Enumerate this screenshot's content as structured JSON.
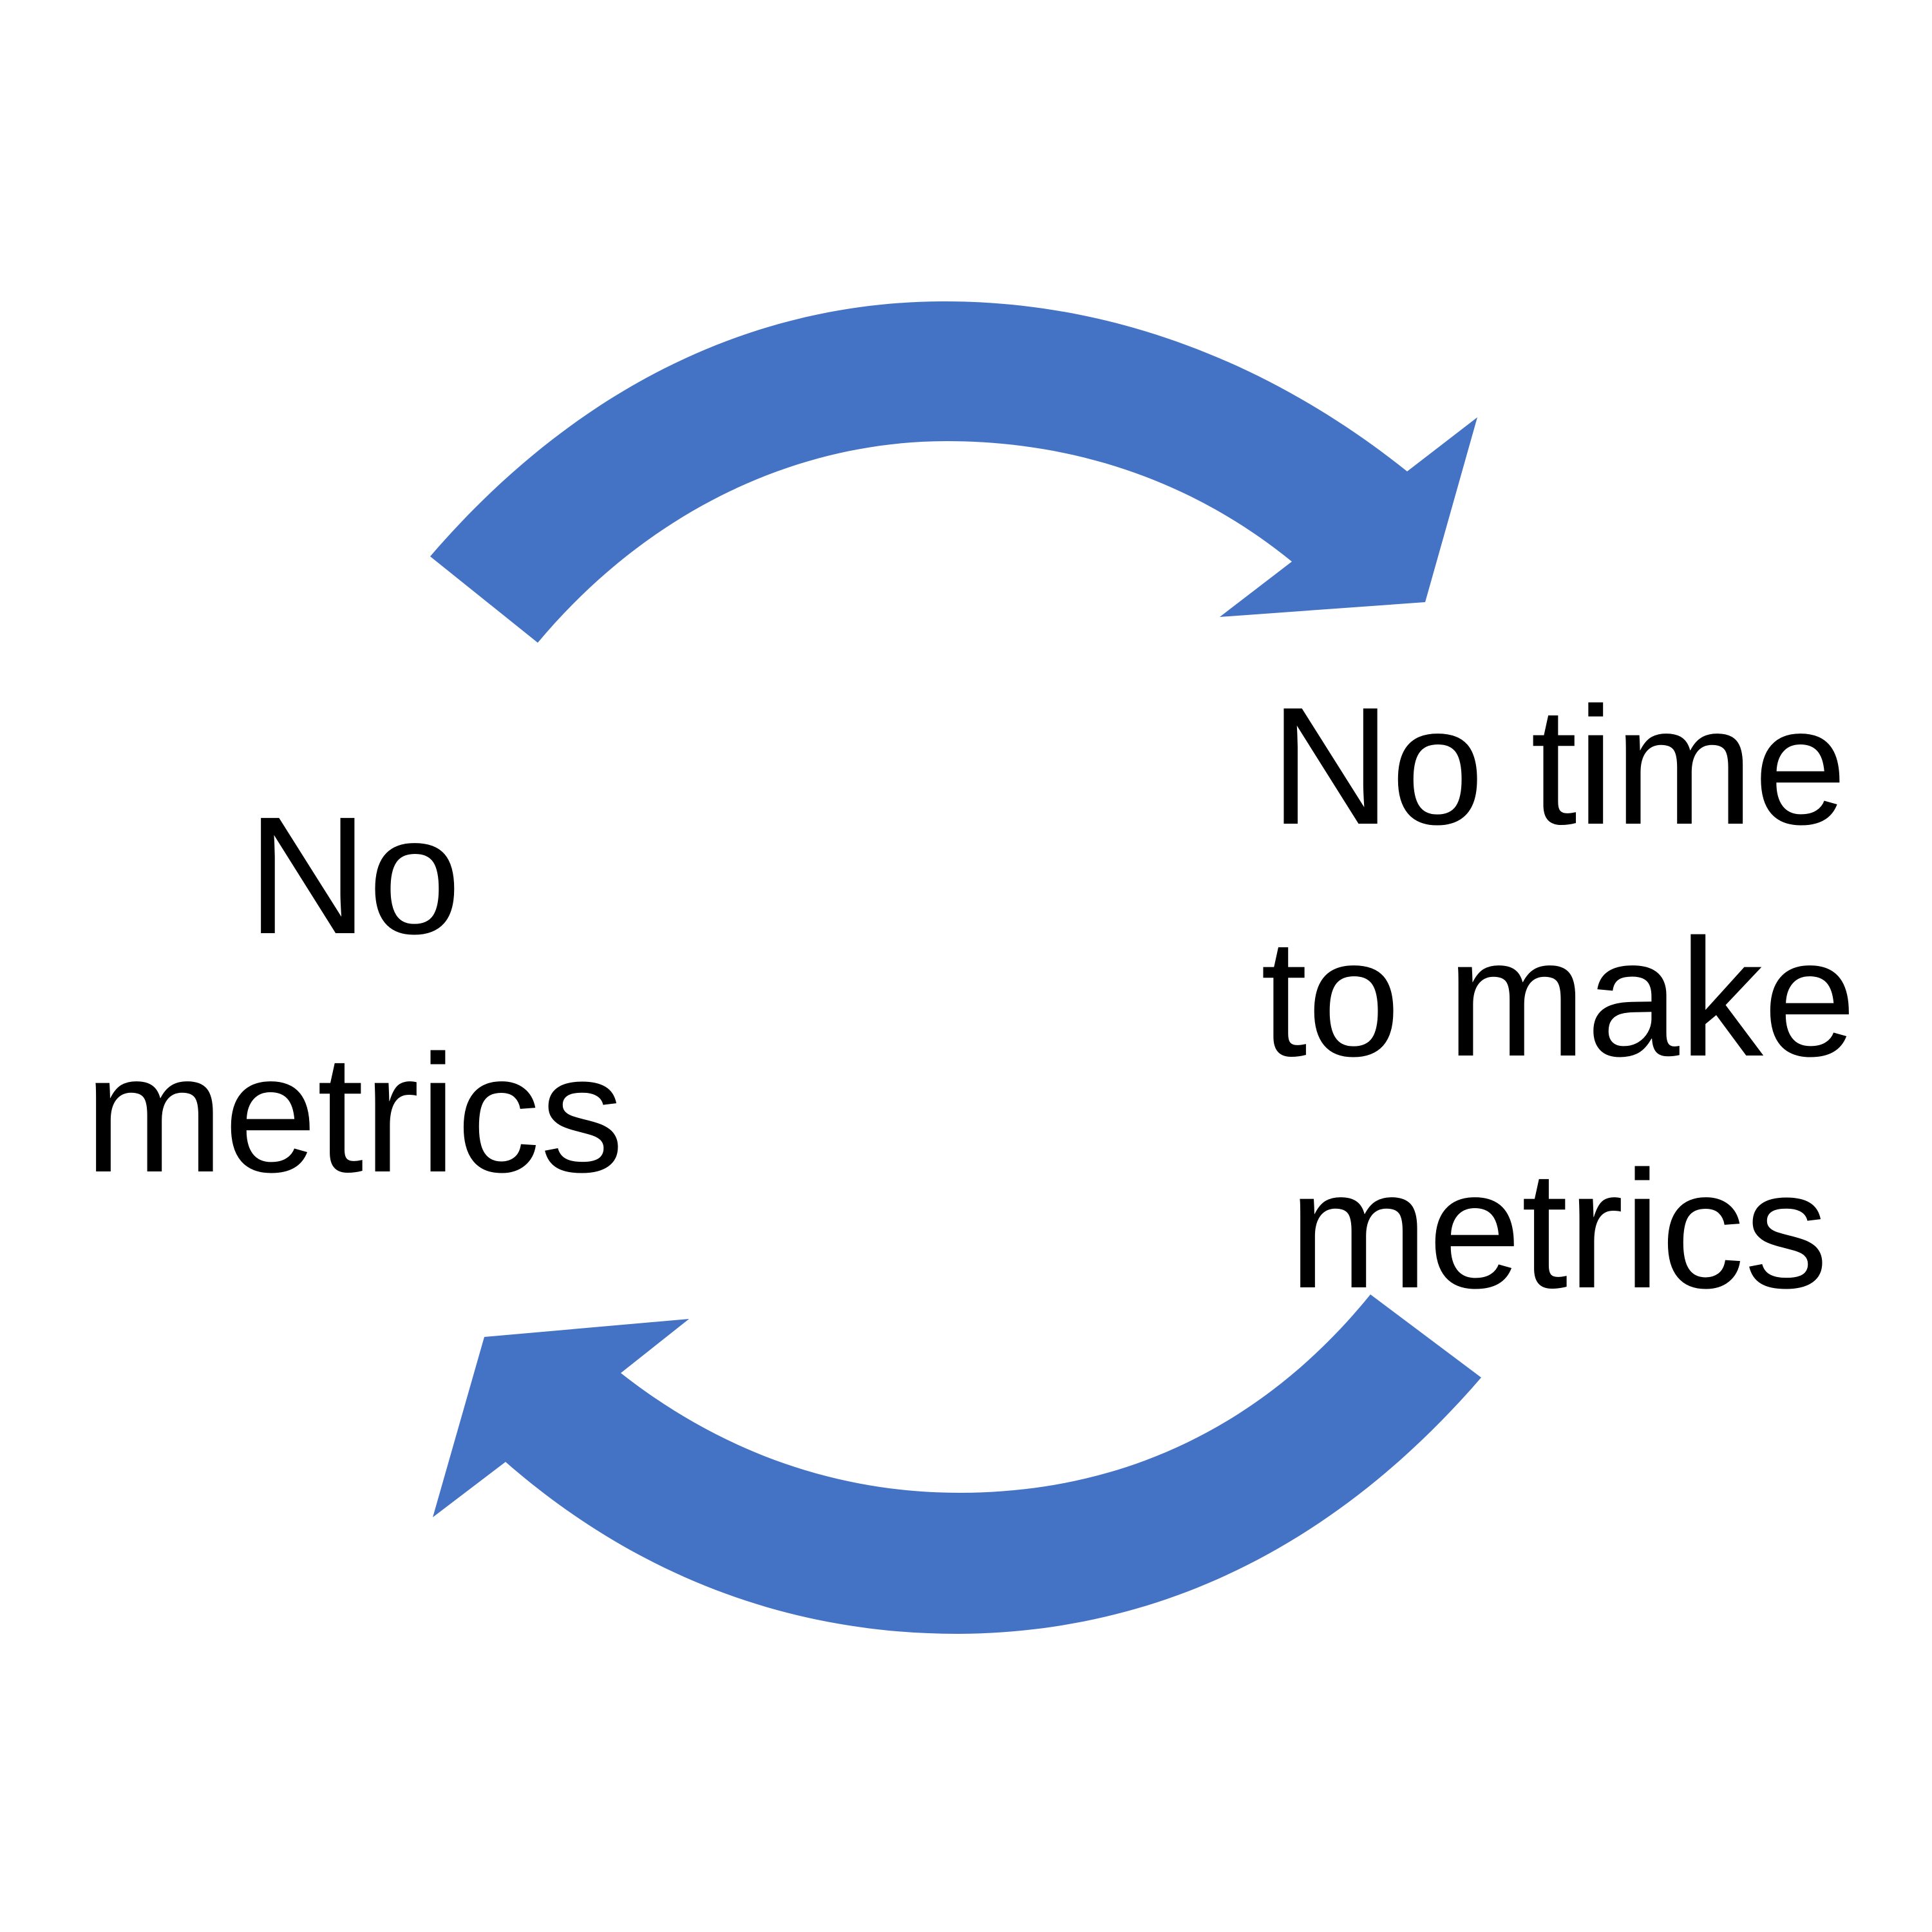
{
  "diagram": {
    "type": "cycle",
    "arrow_color": "#4472C4",
    "background": "#FFFFFF",
    "nodes": [
      {
        "id": "left",
        "lines": [
          "No",
          "metrics"
        ]
      },
      {
        "id": "right",
        "lines": [
          "No time",
          "to make",
          "metrics"
        ]
      }
    ],
    "edges": [
      {
        "from": "left",
        "to": "right",
        "direction": "clockwise-top"
      },
      {
        "from": "right",
        "to": "left",
        "direction": "clockwise-bottom"
      }
    ]
  }
}
